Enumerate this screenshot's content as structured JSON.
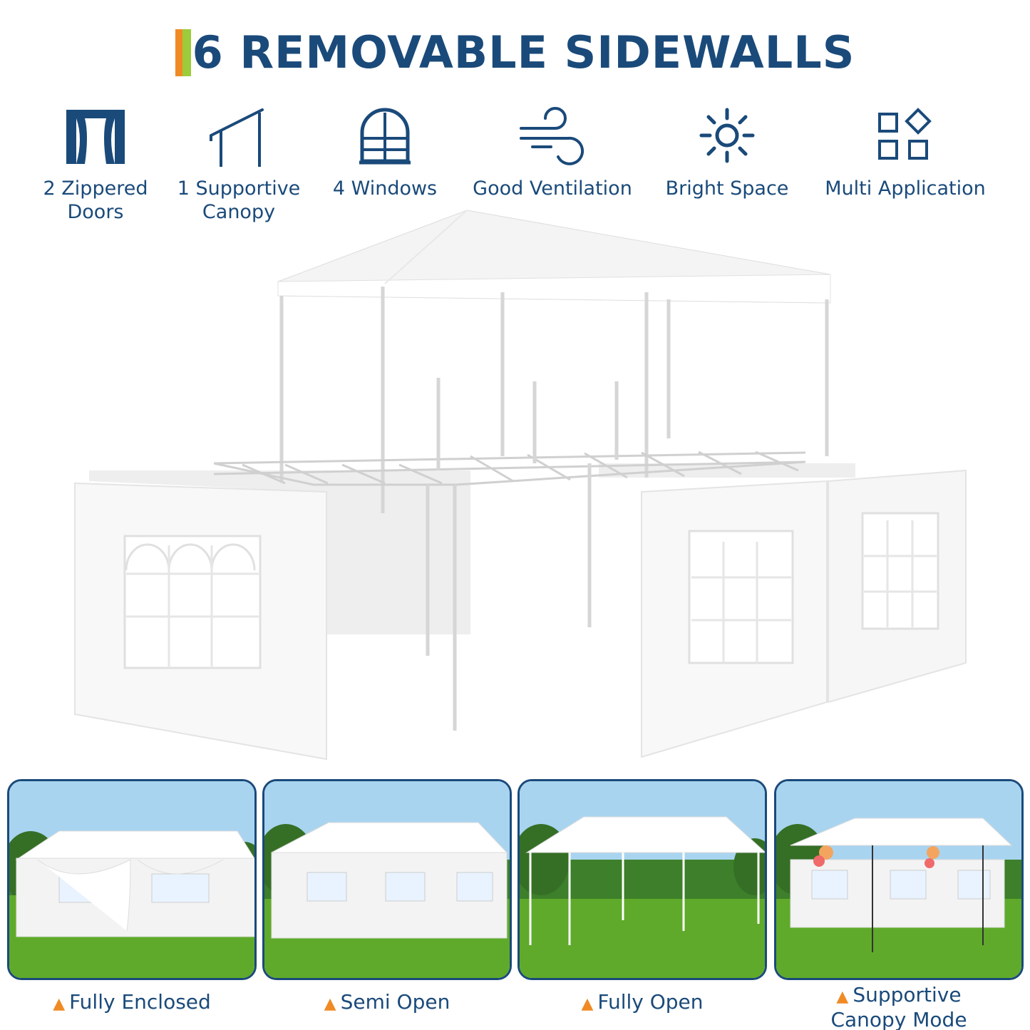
{
  "header": {
    "title": "6 REMOVABLE SIDEWALLS"
  },
  "features": [
    {
      "icon": "door-icon",
      "line1": "2 Zippered",
      "line2": "Doors"
    },
    {
      "icon": "canopy-icon",
      "line1": "1 Supportive",
      "line2": "Canopy"
    },
    {
      "icon": "window-icon",
      "line1": "4 Windows",
      "line2": ""
    },
    {
      "icon": "wind-icon",
      "line1": "Good Ventilation",
      "line2": ""
    },
    {
      "icon": "sun-icon",
      "line1": "Bright Space",
      "line2": ""
    },
    {
      "icon": "apps-icon",
      "line1": "Multi Application",
      "line2": ""
    }
  ],
  "modes": [
    {
      "line1": "Fully Enclosed",
      "line2": ""
    },
    {
      "line1": "Semi Open",
      "line2": ""
    },
    {
      "line1": "Fully Open",
      "line2": ""
    },
    {
      "line1": "Supportive",
      "line2": "Canopy Mode"
    }
  ],
  "colors": {
    "navy": "#1a4a7a",
    "orange": "#f08a24",
    "green": "#9ccc3a",
    "grass": "#5faa2a",
    "sky": "#a9d4f0"
  }
}
